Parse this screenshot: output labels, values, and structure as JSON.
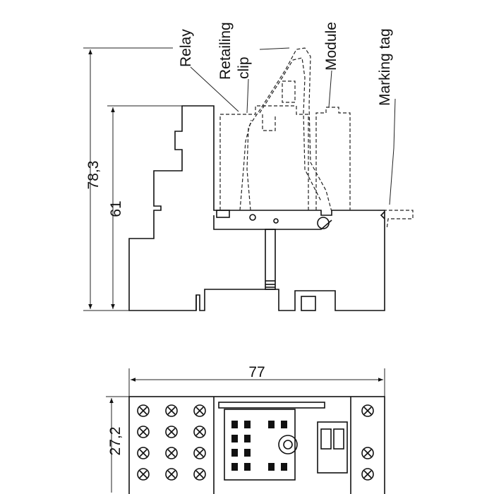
{
  "side_view": {
    "labels": {
      "relay": "Relay",
      "retaining_clip_line1": "Retailing",
      "retaining_clip_line2": "clip",
      "module": "Module",
      "marking_tag": "Marking tag"
    },
    "dimensions": {
      "total_height": "78,3",
      "base_height": "61"
    }
  },
  "top_view": {
    "dimensions": {
      "length": "77",
      "width": "27,2"
    }
  }
}
